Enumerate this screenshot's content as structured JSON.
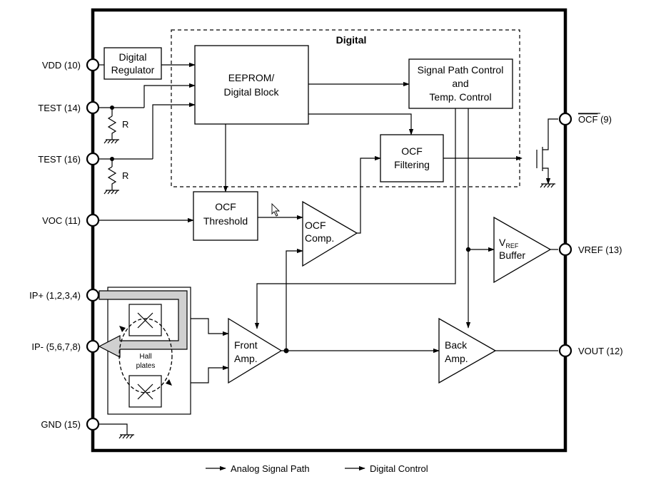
{
  "digital_region": {
    "title": "Digital"
  },
  "pins": {
    "vdd": "VDD (10)",
    "test14": "TEST (14)",
    "test16": "TEST (16)",
    "voc": "VOC (11)",
    "ip_plus": "IP+ (1,2,3,4)",
    "ip_minus": "IP- (5,6,7,8)",
    "gnd": "GND (15)",
    "ocf_name": "OCF",
    "ocf_num": " (9)",
    "vref": "VREF (13)",
    "vout": "VOUT (12)"
  },
  "blocks": {
    "digital_regulator": [
      "Digital",
      "Regulator"
    ],
    "eeprom": [
      "EEPROM/",
      "Digital Block"
    ],
    "signal_path": [
      "Signal Path Control",
      "and",
      "Temp. Control"
    ],
    "ocf_filtering": [
      "OCF",
      "Filtering"
    ],
    "ocf_threshold": [
      "OCF",
      "Threshold"
    ],
    "ocf_comp": [
      "OCF",
      "Comp."
    ],
    "vref_buffer": {
      "v": "V",
      "sub": "REF",
      "line2": "Buffer"
    },
    "front_amp": [
      "Front",
      "Amp."
    ],
    "back_amp": [
      "Back",
      "Amp."
    ],
    "hall_plates": [
      "Hall",
      "plates"
    ]
  },
  "resistors": {
    "r1": "R",
    "r2": "R"
  },
  "legend": {
    "analog": "Analog Signal Path",
    "digital": "Digital Control"
  }
}
